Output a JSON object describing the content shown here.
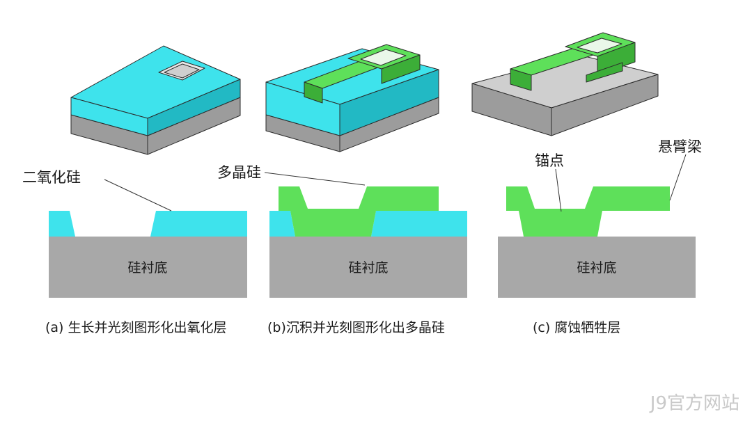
{
  "colors": {
    "oxide": "#3ee3ec",
    "oxide_side": "#22b9c4",
    "poly": "#5ee05a",
    "poly_side": "#3cae38",
    "substrate_top": "#cfcfcf",
    "substrate_side": "#9c9c9c",
    "substrate_section": "#a8a8a8"
  },
  "panels": [
    {
      "caption": "(a) 生长并光刻图形化出氧化层",
      "substrate_label": "硅衬底",
      "callouts": [
        "二氧化硅"
      ]
    },
    {
      "caption": "(b)沉积并光刻图形化出多晶硅",
      "substrate_label": "硅衬底",
      "callouts": [
        "多晶硅"
      ]
    },
    {
      "caption": "(c) 腐蚀牺牲层",
      "substrate_label": "硅衬底",
      "callouts": [
        "锚点",
        "悬臂梁"
      ]
    }
  ],
  "watermark": "J9官方网站"
}
